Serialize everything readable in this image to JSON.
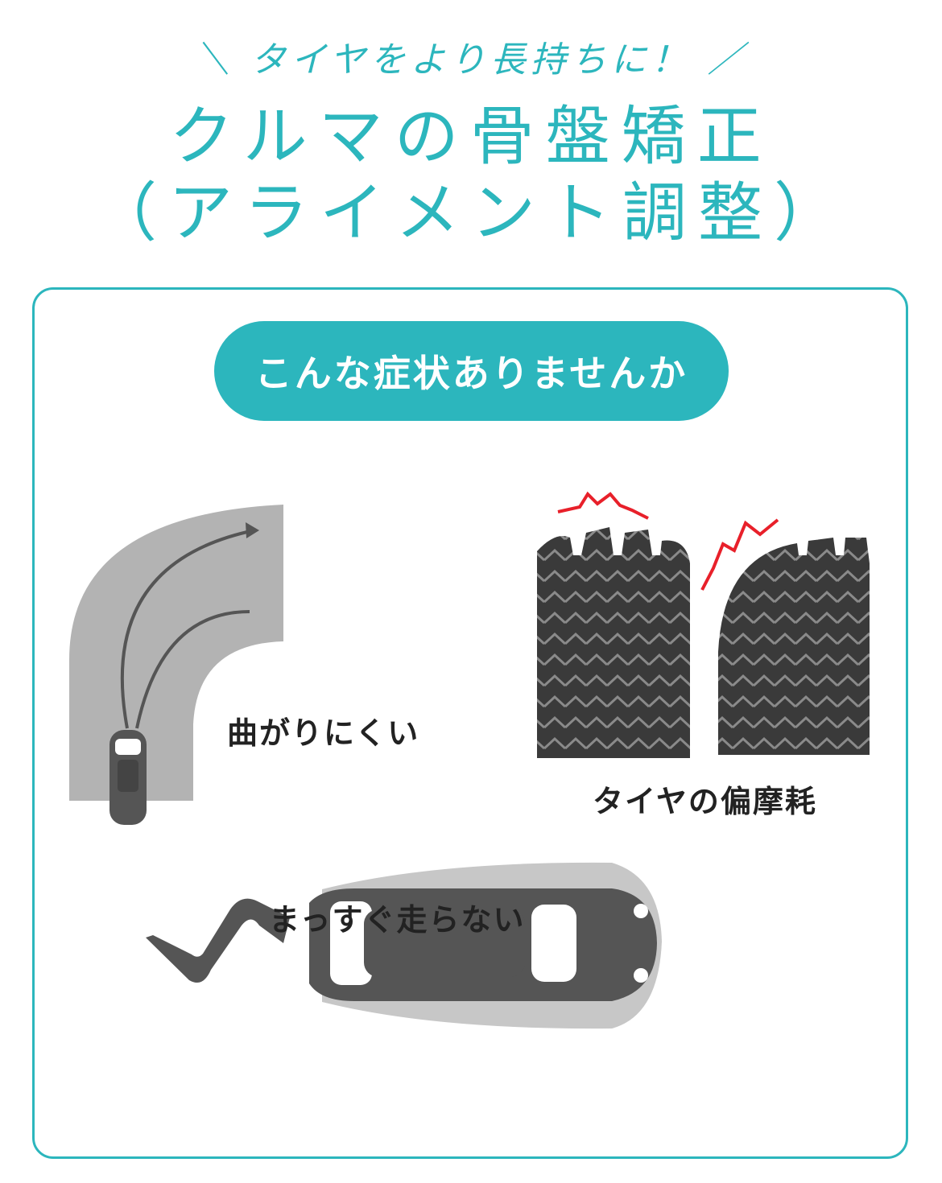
{
  "header": {
    "tagline": "＼ タイヤをより長持ちに！ ／",
    "title_line1": "クルマの骨盤矯正",
    "title_line2": "（アライメント調整）"
  },
  "section": {
    "badge": "こんな症状ありませんか",
    "symptoms": [
      {
        "label": "曲がりにくい",
        "icon": "curved-road-car-icon"
      },
      {
        "label": "タイヤの偏摩耗",
        "icon": "worn-tires-icon"
      },
      {
        "label": "まっすぐ走らない",
        "icon": "swerving-car-icon"
      }
    ]
  },
  "colors": {
    "accent": "#2cb6bd",
    "warning": "#e8202a",
    "tire": "#3a3a3a",
    "road": "#b3b3b3"
  }
}
